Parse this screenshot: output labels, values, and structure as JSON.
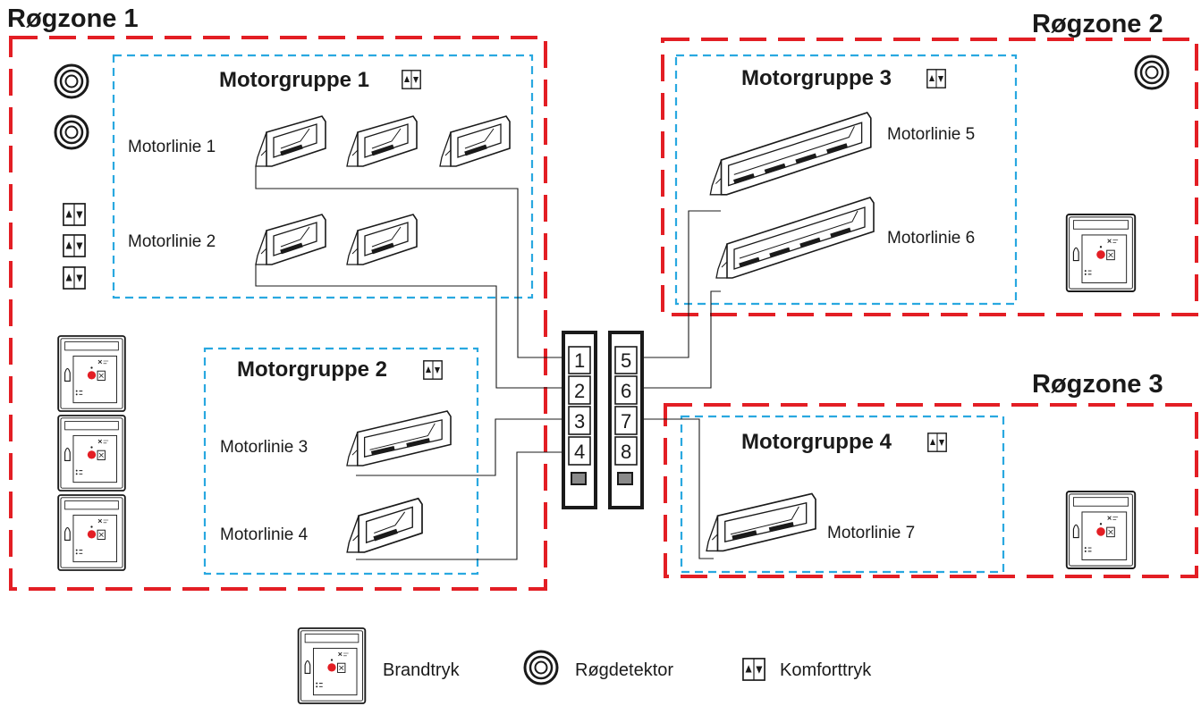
{
  "colors": {
    "zone_border": "#e31e24",
    "group_border": "#29a8e0",
    "line": "#1a1a1a",
    "brandtryk_button": "#e31e24",
    "panel_frame": "#1a1a1a"
  },
  "zones": [
    {
      "title": "Røgzone 1"
    },
    {
      "title": "Røgzone 2"
    },
    {
      "title": "Røgzone 3"
    }
  ],
  "groups": [
    {
      "title": "Motorgruppe 1"
    },
    {
      "title": "Motorgruppe 2"
    },
    {
      "title": "Motorgruppe 3"
    },
    {
      "title": "Motorgruppe 4"
    }
  ],
  "motor_lines": [
    {
      "label": "Motorlinie 1"
    },
    {
      "label": "Motorlinie 2"
    },
    {
      "label": "Motorlinie 3"
    },
    {
      "label": "Motorlinie 4"
    },
    {
      "label": "Motorlinie 5"
    },
    {
      "label": "Motorlinie 6"
    },
    {
      "label": "Motorlinie 7"
    }
  ],
  "terminals": {
    "left": [
      "1",
      "2",
      "3",
      "4"
    ],
    "right": [
      "5",
      "6",
      "7",
      "8"
    ]
  },
  "icons": {
    "brandtryk": "fire-call-point-icon",
    "roegdetektor": "smoke-detector-icon",
    "komforttryk": "up-down-switch-icon",
    "window": "window-actuator-icon"
  },
  "legend": {
    "brandtryk": "Brandtryk",
    "roegdetektor": "Røgdetektor",
    "komforttryk": "Komforttryk"
  }
}
